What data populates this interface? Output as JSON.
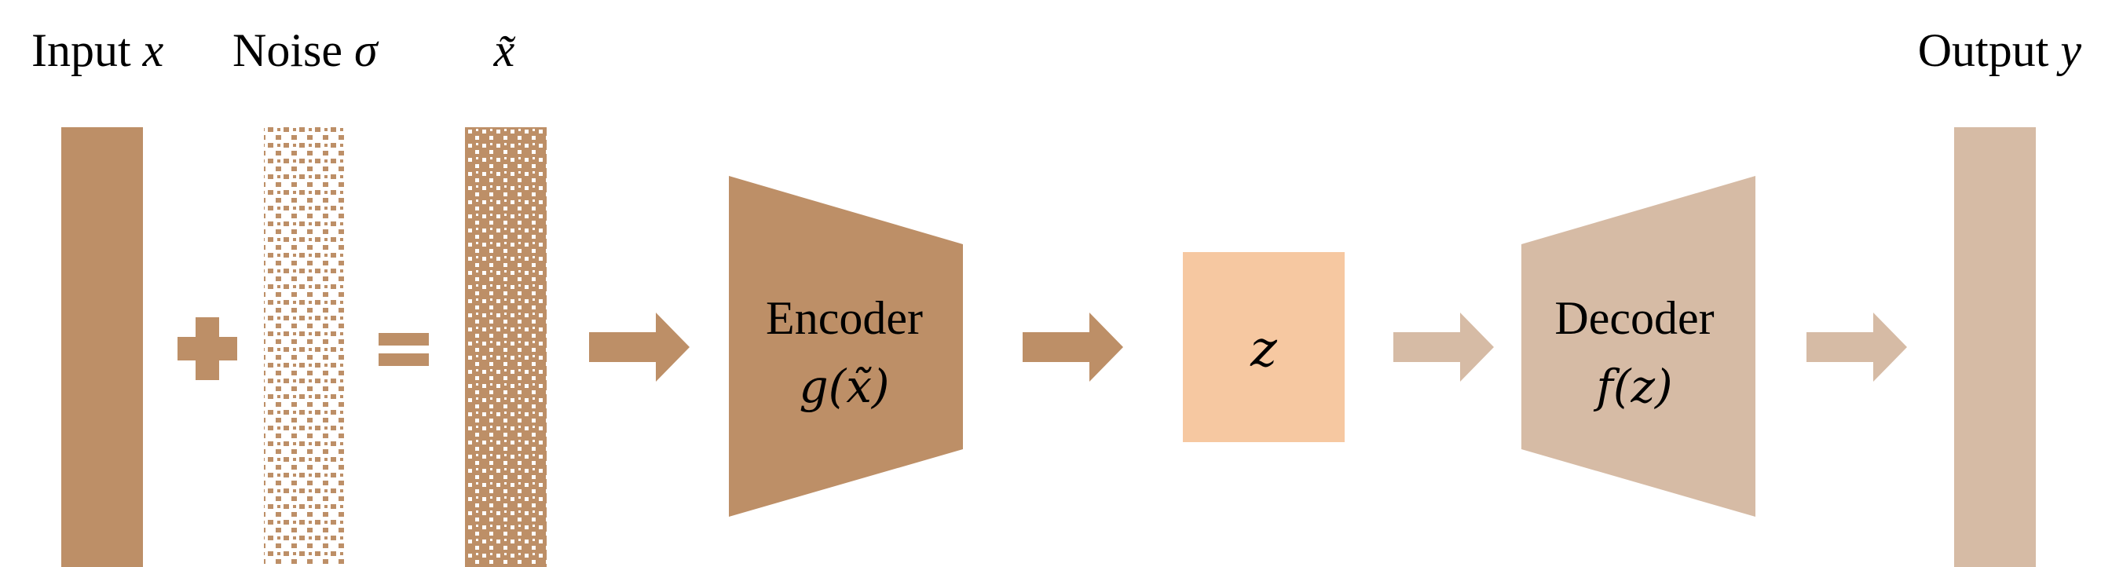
{
  "diagram": {
    "labels": {
      "input_text": "Input ",
      "input_var": "x",
      "noise_text": "Noise ",
      "noise_var": "σ",
      "noisy_input_var": "x̃",
      "output_text": "Output ",
      "output_var": "y"
    },
    "encoder": {
      "title": "Encoder",
      "function": "g(x̃)"
    },
    "latent": {
      "symbol": "z"
    },
    "decoder": {
      "title": "Decoder",
      "function": "f(z)"
    },
    "operators": {
      "plus": "+",
      "equals": "="
    },
    "colors": {
      "encoder_side": "#bd8f67",
      "latent": "#f6c8a1",
      "decoder_side": "#d6bba5",
      "noise_dots": "#bd8f67"
    }
  }
}
